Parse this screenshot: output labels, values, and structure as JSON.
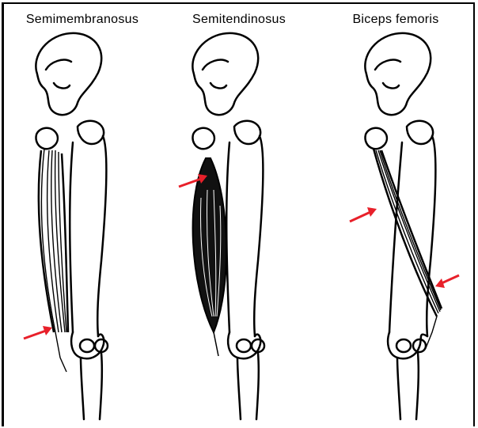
{
  "panels": [
    {
      "id": "semimembranosus",
      "label": "Semimembranosus"
    },
    {
      "id": "semitendinosus",
      "label": "Semitendinosus"
    },
    {
      "id": "biceps-femoris",
      "label": "Biceps femoris"
    }
  ],
  "colors": {
    "bone_outline": "#000000",
    "background": "#ffffff",
    "arrow": "#e8202a",
    "muscle": "#000000"
  }
}
